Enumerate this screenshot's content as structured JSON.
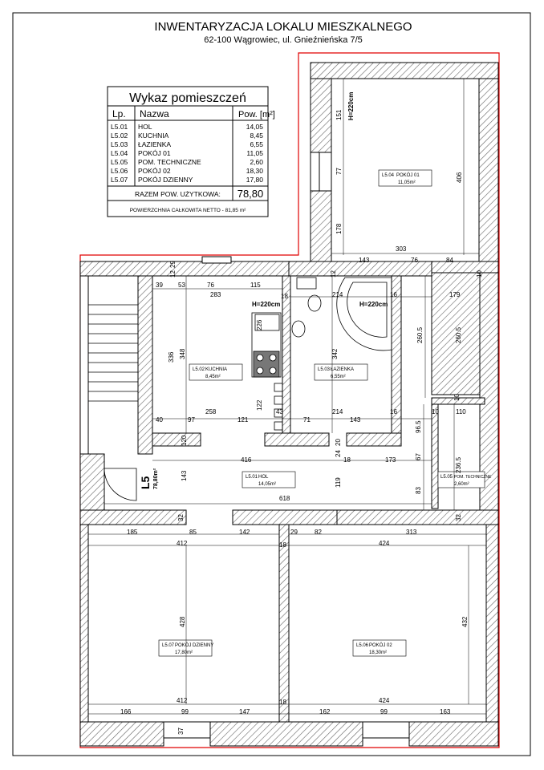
{
  "header": {
    "title": "INWENTARYZACJA LOKALU MIESZKALNEGO",
    "address": "62-100 Wągrowiec, ul. Gnieźnieńska 7/5"
  },
  "schedule": {
    "title": "Wykaz pomieszczeń",
    "col_lp": "Lp.",
    "col_name": "Nazwa",
    "col_area": "Pow. [m²]",
    "rows": [
      {
        "lp": "L5.01",
        "name": "HOL",
        "area": "14,05"
      },
      {
        "lp": "L5.02",
        "name": "KUCHNIA",
        "area": "8,45"
      },
      {
        "lp": "L5.03",
        "name": "ŁAZIENKA",
        "area": "6,55"
      },
      {
        "lp": "L5.04",
        "name": "POKÓJ 01",
        "area": "11,05"
      },
      {
        "lp": "L5.05",
        "name": "POM. TECHNICZNE",
        "area": "2,60"
      },
      {
        "lp": "L5.06",
        "name": "POKÓJ 02",
        "area": "18,30"
      },
      {
        "lp": "L5.07",
        "name": "POKÓJ DZIENNY",
        "area": "17,80"
      }
    ],
    "total_label": "RAZEM POW. UŻYTKOWA:",
    "total_value": "78,80",
    "net_label": "POWIERZCHNIA CAŁKOWITA NETTO - 81,85 m²"
  },
  "unit": {
    "name": "L5",
    "area": "78,80m²"
  },
  "rooms": {
    "r01": {
      "code": "L5.01",
      "name": "HOL",
      "area": "14,05m²"
    },
    "r02": {
      "code": "L5.02",
      "name": "KUCHNIA",
      "area": "8,45m²"
    },
    "r03": {
      "code": "L5.03",
      "name": "ŁAZIENKA",
      "area": "6,55m²"
    },
    "r04": {
      "code": "L5.04",
      "name": "POKÓJ 01",
      "area": "11,05m²"
    },
    "r05": {
      "code": "L5.05",
      "name": "POM. TECHNICZNE",
      "area": "2,60m²"
    },
    "r06": {
      "code": "L5.06",
      "name": "POKÓJ 02",
      "area": "18,30m²"
    },
    "r07": {
      "code": "L5.07",
      "name": "POKÓJ DZIENNY",
      "area": "17,80m²"
    }
  },
  "heights": {
    "h1": "H=220cm",
    "h2": "H=220cm",
    "h3": "H=220cm"
  },
  "dims": {
    "d151": "151",
    "d77": "77",
    "d178": "178",
    "d406": "406",
    "d303": "303",
    "d143a": "143",
    "d76a": "76",
    "d84": "84",
    "d10a": "10",
    "d12": "12",
    "d29": "29",
    "d39": "39",
    "d53": "53",
    "d76b": "76",
    "d115": "115",
    "d18a": "18",
    "d283": "283",
    "d214a": "214",
    "d16a": "16",
    "d179": "179",
    "d12b": "12",
    "d226": "226",
    "d336": "336",
    "d348": "348",
    "d342": "342",
    "d260a": "260.5",
    "d260b": "260.5",
    "d10b": "10",
    "d40": "40",
    "d97": "97",
    "d258": "258",
    "d121": "121",
    "d122": "122",
    "d43": "43",
    "d71": "71",
    "d214b": "214",
    "d143b": "143",
    "d16b": "16",
    "d96": "96.5",
    "d10c": "10",
    "d110": "110",
    "d120": "120",
    "d20": "20",
    "d24": "24",
    "d416": "416",
    "d18b": "18",
    "d173": "173",
    "d67": "67",
    "d236": "236.5",
    "d143c": "143",
    "d119": "119",
    "d83": "83",
    "d618": "618",
    "d32a": "32",
    "d32b": "32",
    "d185": "185",
    "d85": "85",
    "d142": "142",
    "d29b": "29",
    "d82": "82",
    "d313": "313",
    "d412a": "412",
    "d18c": "18",
    "d424a": "424",
    "d428": "428",
    "d432": "432",
    "d412b": "412",
    "d18d": "18",
    "d424b": "424",
    "d166": "166",
    "d99a": "99",
    "d147": "147",
    "d162": "162",
    "d99b": "99",
    "d163": "163",
    "d37": "37"
  }
}
